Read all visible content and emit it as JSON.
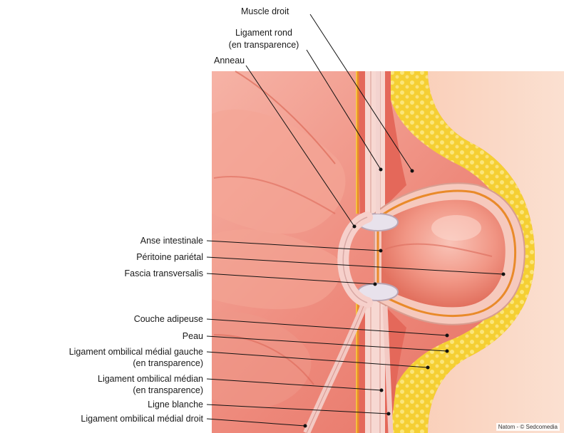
{
  "labels": {
    "muscle_droit": "Muscle droit",
    "ligament_rond_1": "Ligament rond",
    "ligament_rond_2": "(en transparence)",
    "anneau": "Anneau",
    "anse_intestinale": "Anse intestinale",
    "peritoine_parietal": "Péritoine pariétal",
    "fascia_transversalis": "Fascia transversalis",
    "couche_adipeuse": "Couche adipeuse",
    "peau": "Peau",
    "lig_omb_med_gauche_1": "Ligament ombilical médial gauche",
    "lig_omb_med_gauche_2": "(en transparence)",
    "lig_omb_median_1": "Ligament ombilical médian",
    "lig_omb_median_2": "(en transparence)",
    "ligne_blanche": "Ligne blanche",
    "lig_omb_med_droit": "Ligament ombilical médial droit"
  },
  "credit": "Natom - © Sedcomedia",
  "colors": {
    "muscle": "#f08a7c",
    "muscle_dark": "#e06a5c",
    "fat": "#f7d13a",
    "skin": "#f6c2a8",
    "peritoneum": "#e98a2a",
    "leader": "#111111"
  }
}
